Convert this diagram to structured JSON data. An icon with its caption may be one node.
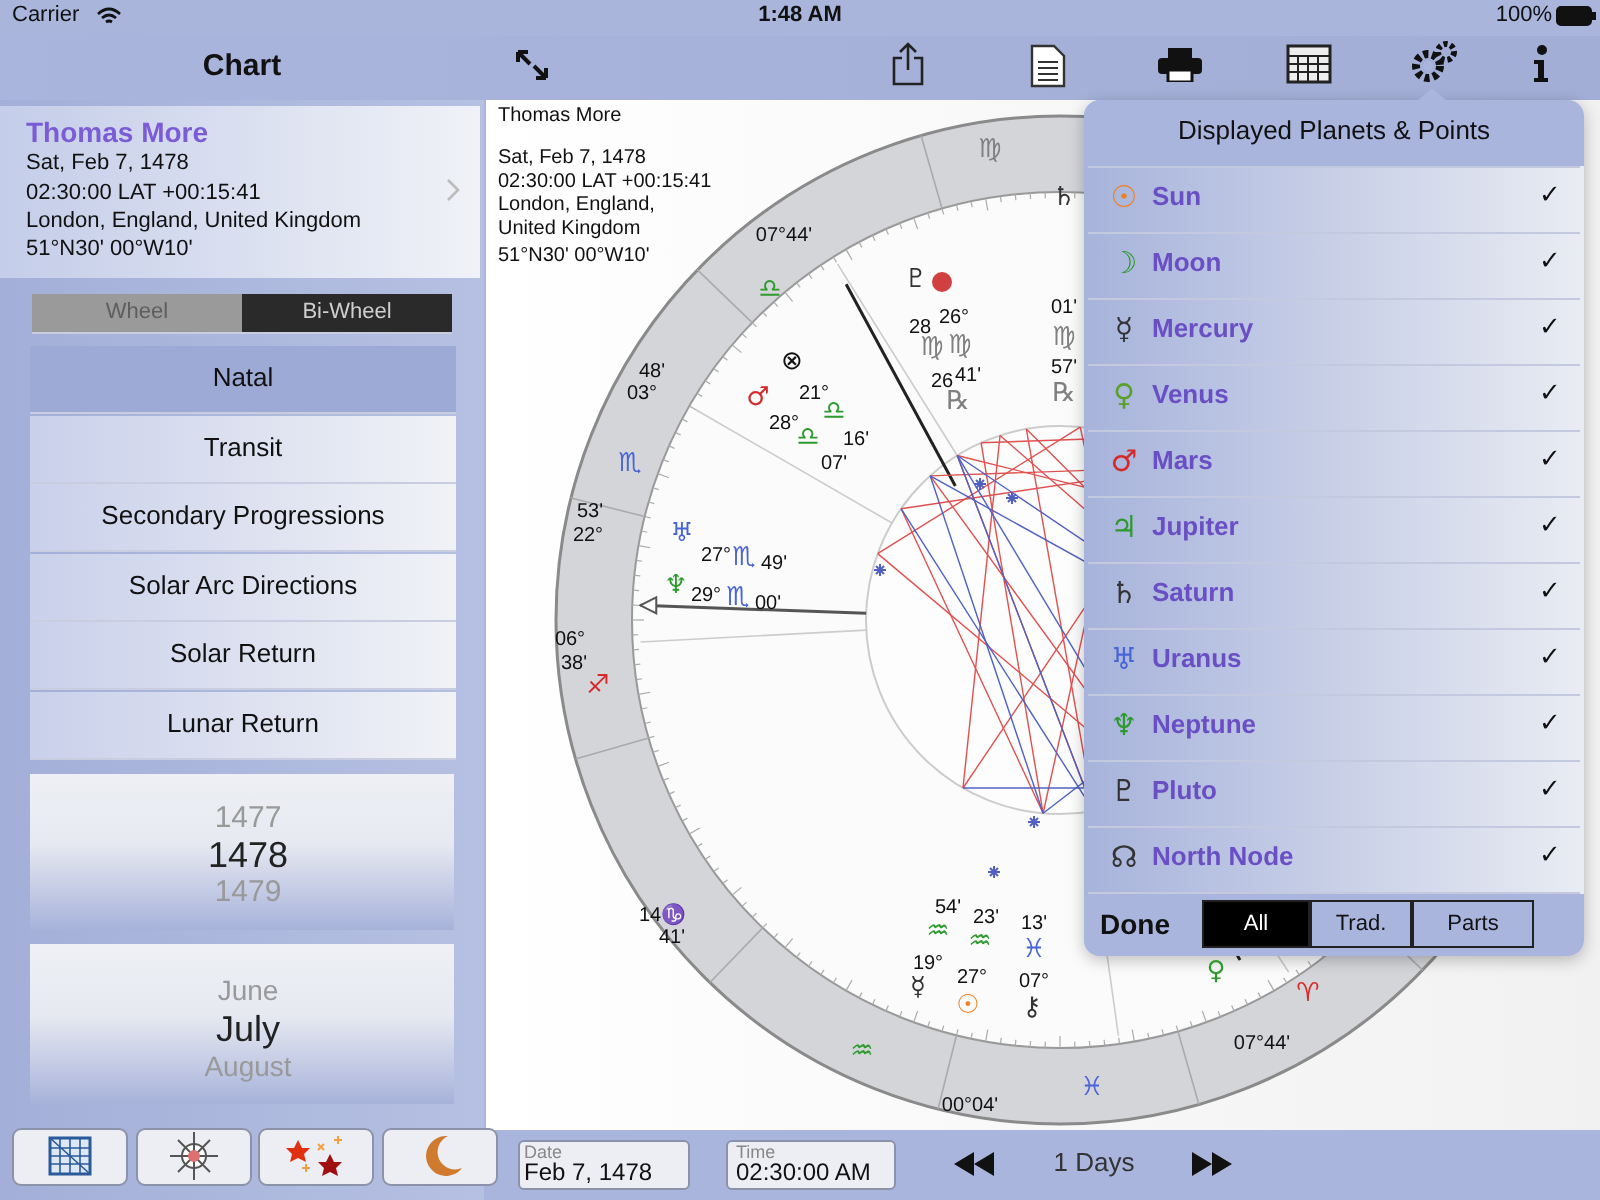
{
  "diagram": {
    "labels": [
      "Carrier",
      "1:48 AM",
      "100%",
      "Chart",
      "Thomas More",
      "Sat, Feb 7, 1478",
      "02:30:00 LAT +00:15:41",
      "London, England, United Kingdom",
      "51°N30' 00°W10'",
      "Wheel",
      "Bi-Wheel",
      "Natal",
      "Transit",
      "Secondary Progressions",
      "Solar Arc Directions",
      "Solar Return",
      "Lunar Return",
      "1477",
      "1478",
      "1479",
      "June",
      "July",
      "August",
      "Thomas More",
      "Sat, Feb 7, 1478",
      "02:30:00 LAT +00:15:41",
      "London, England, United Kingdom",
      "51°N30' 00°W10'",
      "♍",
      "07°44'",
      "♎",
      "48'",
      "03°",
      "♏",
      "53'",
      "22°",
      "06°",
      "38'",
      "♐",
      "14♑",
      "41'",
      "♒",
      "00°04'",
      "♓",
      "07°44'",
      "♈",
      "♇",
      "28",
      "26°",
      "♍",
      "♍",
      "26",
      "41'",
      "℞",
      "♄",
      "01'",
      "♍",
      "57'",
      "℞",
      "⊗",
      "♂",
      "21°",
      "♎",
      "28°",
      "♎",
      "16'",
      "07'",
      "♅",
      "27°",
      "♏",
      "49'",
      "♆",
      "29°",
      "♏",
      "00'",
      "54'",
      "♒",
      "23'",
      "♒",
      "13'",
      "♓",
      "19°",
      "☿",
      "27°",
      "☉",
      "07°",
      "⚷",
      "♀",
      "Displayed Planets & Points",
      "☉",
      "Sun",
      "✓",
      "☽",
      "Moon",
      "✓",
      "☿",
      "Mercury",
      "✓",
      "♀",
      "Venus",
      "✓",
      "♂",
      "Mars",
      "✓",
      "♃",
      "Jupiter",
      "✓",
      "♄",
      "Saturn",
      "✓",
      "♅",
      "Uranus",
      "✓",
      "♆",
      "Neptune",
      "✓",
      "♇",
      "Pluto",
      "✓",
      "☊",
      "North Node",
      "✓",
      "Done",
      "All",
      "Trad.",
      "Parts",
      "Date",
      "Feb 7, 1478",
      "Time",
      "02:30:00 AM",
      "1 Days"
    ]
  }
}
